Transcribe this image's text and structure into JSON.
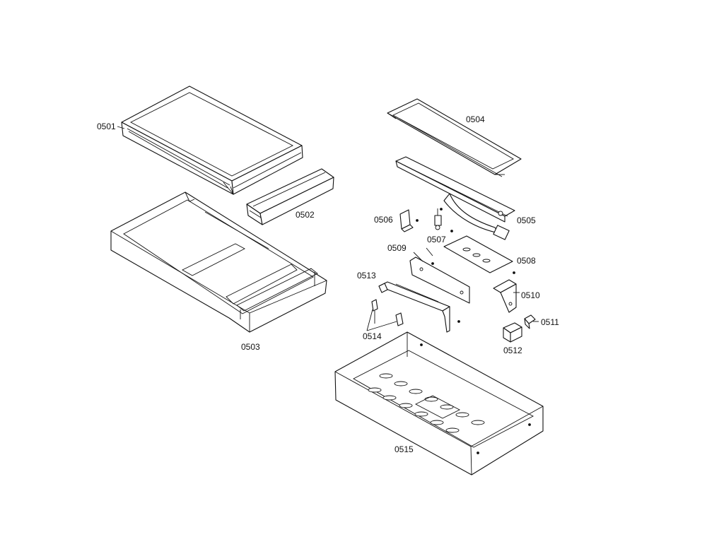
{
  "diagram": {
    "parts": [
      {
        "id": "0501"
      },
      {
        "id": "0502"
      },
      {
        "id": "0503"
      },
      {
        "id": "0504"
      },
      {
        "id": "0505"
      },
      {
        "id": "0506"
      },
      {
        "id": "0507"
      },
      {
        "id": "0508"
      },
      {
        "id": "0509"
      },
      {
        "id": "0510"
      },
      {
        "id": "0511"
      },
      {
        "id": "0512"
      },
      {
        "id": "0513"
      },
      {
        "id": "0514"
      },
      {
        "id": "0515"
      }
    ]
  }
}
